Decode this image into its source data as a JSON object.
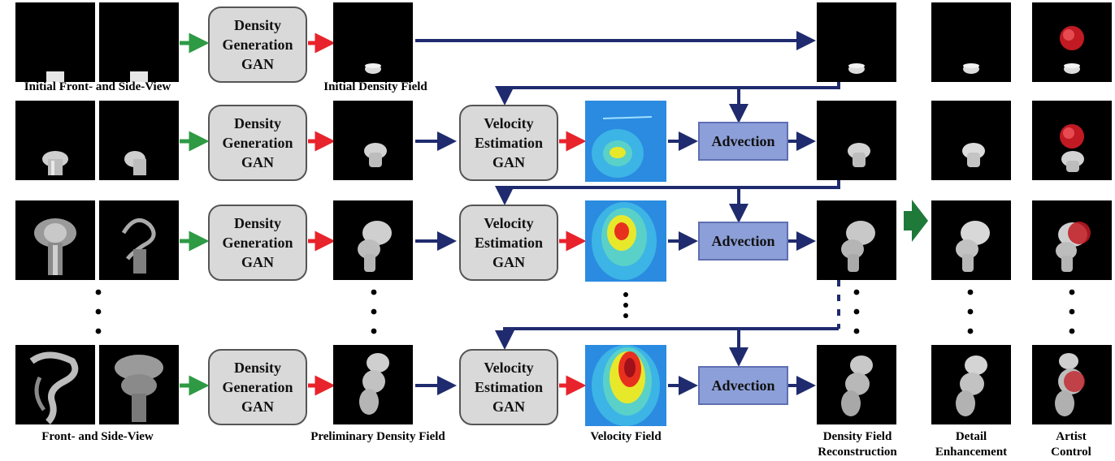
{
  "labels": {
    "initial_views": "Initial Front- and Side-View",
    "initial_density": "Initial Density Field",
    "views": "Front- and Side-View",
    "preliminary_density": "Preliminary Density Field",
    "velocity_field": "Velocity Field",
    "density_reconstruction": "Density Field\nReconstruction",
    "detail_enhancement": "Detail\nEnhancement",
    "artist_control": "Artist\nControl"
  },
  "modules": {
    "density_gan": "Density\nGeneration\nGAN",
    "velocity_gan": "Velocity\nEstimation\nGAN",
    "advection": "Advection"
  },
  "colors": {
    "flow_arrow": "#1f2b6e",
    "input_arrow": "#2e9a44",
    "output_arrow": "#e8232b",
    "module_fill": "#d9d9d9",
    "advection_fill": "#8c9fd8",
    "transition_arrow": "#1f7a3a"
  },
  "icons": [
    "ellipsis-vertical-icon",
    "arrow-right-icon",
    "big-right-arrow-icon"
  ]
}
